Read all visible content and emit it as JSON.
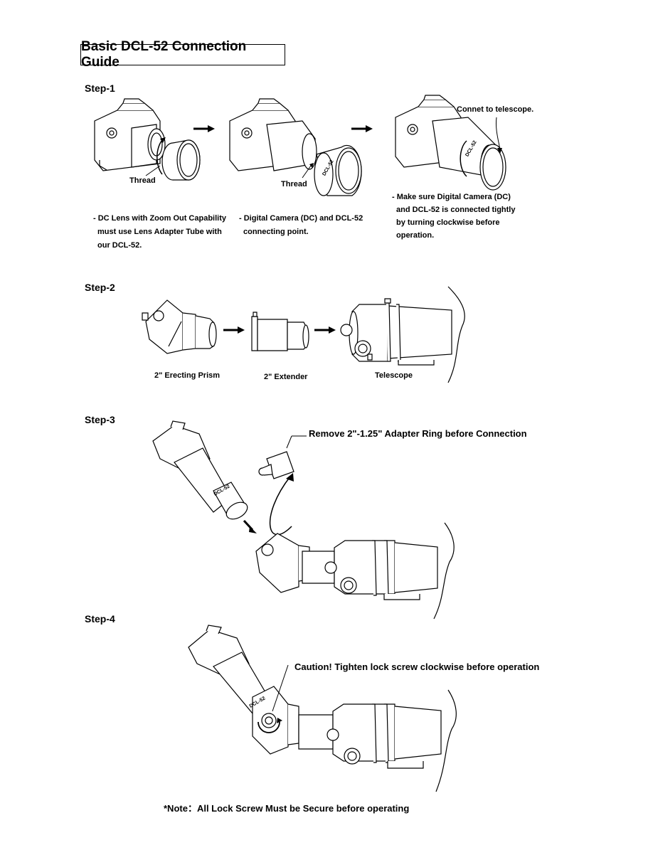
{
  "title": "Basic DCL-52 Connection Guide",
  "steps": {
    "step1": {
      "heading": "Step-1",
      "thread_label_1": "Thread",
      "thread_label_2": "Thread",
      "connect_label": "Connet to telescope.",
      "lens_mark": "DCL-52",
      "note_1": [
        "- DC Lens with Zoom Out Capability",
        "must use Lens Adapter Tube with",
        "our DCL-52."
      ],
      "note_2": [
        "- Digital Camera (DC) and DCL-52",
        "connecting point."
      ],
      "note_3": [
        "- Make sure Digital Camera (DC)",
        "and DCL-52 is connected tightly",
        "by turning clockwise before",
        "operation."
      ]
    },
    "step2": {
      "heading": "Step-2",
      "prism_label": "2\" Erecting Prism",
      "extender_label": "2\" Extender",
      "telescope_label": "Telescope"
    },
    "step3": {
      "heading": "Step-3",
      "callout": "Remove 2\"-1.25\" Adapter Ring  before Connection"
    },
    "step4": {
      "heading": "Step-4",
      "callout": "Caution! Tighten lock screw clockwise before operation"
    }
  },
  "footer_note": "*Note：All Lock Screw Must be Secure before operating"
}
